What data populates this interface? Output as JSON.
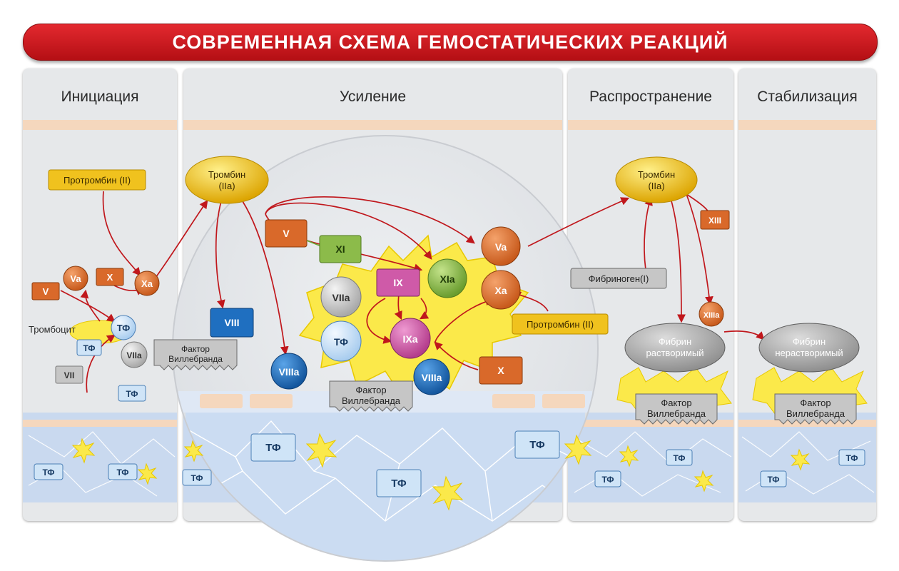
{
  "title": "СОВРЕМЕННАЯ СХЕМА ГЕМОСТАТИЧЕСКИХ РЕАКЦИЙ",
  "phases": [
    "Инициация",
    "Усиление",
    "Распространение",
    "Стабилизация"
  ],
  "colors": {
    "banner_red": "#d0181e",
    "prothrombin_yellow": "#f0c21e",
    "factor_orange": "#d9692a",
    "factor_green": "#8cbb4a",
    "factor_magenta": "#cf5aa8",
    "factor_blue": "#1f6fc0",
    "factor_gray": "#c6c6c6",
    "tissue_factor_blue": "#cfe4f7",
    "platelet_yellow": "#fbe94a",
    "vessel_wall_blue": "#c9d9ef",
    "endothelium_peach": "#f5d7bd"
  },
  "initiation": {
    "prothrombin": "Протромбин (II)",
    "v": "V",
    "va": "Va",
    "x": "X",
    "xa": "Xa",
    "platelet": "Тромбоцит",
    "tf": "ТФ",
    "tf_chip": "ТФ",
    "viia": "VIIa",
    "vii": "VII",
    "tf_chip2": "ТФ",
    "vwf": "Фактор Виллебранда",
    "tf_wall": [
      "ТФ",
      "ТФ",
      "ТФ"
    ]
  },
  "amplification": {
    "thrombin": "Тромбин (IIa)",
    "viii": "VIII",
    "viiia": "VIIIa",
    "v": "V",
    "xi": "XI",
    "xia": "XIa",
    "ix": "IX",
    "ixa": "IXa",
    "viia": "VIIa",
    "tf": "ТФ",
    "va": "Va",
    "xa": "Xa",
    "x": "X",
    "viiia2": "VIIIa",
    "prothrombin": "Протромбин (II)",
    "vwf": "Фактор Виллебранда",
    "tf_wall": [
      "ТФ",
      "ТФ",
      "ТФ"
    ]
  },
  "propagation": {
    "thrombin": "Тромбин (IIa)",
    "xiii": "XIII",
    "xiiia": "XIIIa",
    "fibrinogen": "Фибриноген(I)",
    "fibrin_soluble": "Фибрин растворимый",
    "vwf": "Фактор Виллебранда",
    "tf_wall": [
      "ТФ",
      "ТФ"
    ]
  },
  "stabilization": {
    "fibrin_insoluble": "Фибрин нерастворимый",
    "vwf": "Фактор Виллебранда",
    "tf_wall": [
      "ТФ",
      "ТФ"
    ]
  }
}
